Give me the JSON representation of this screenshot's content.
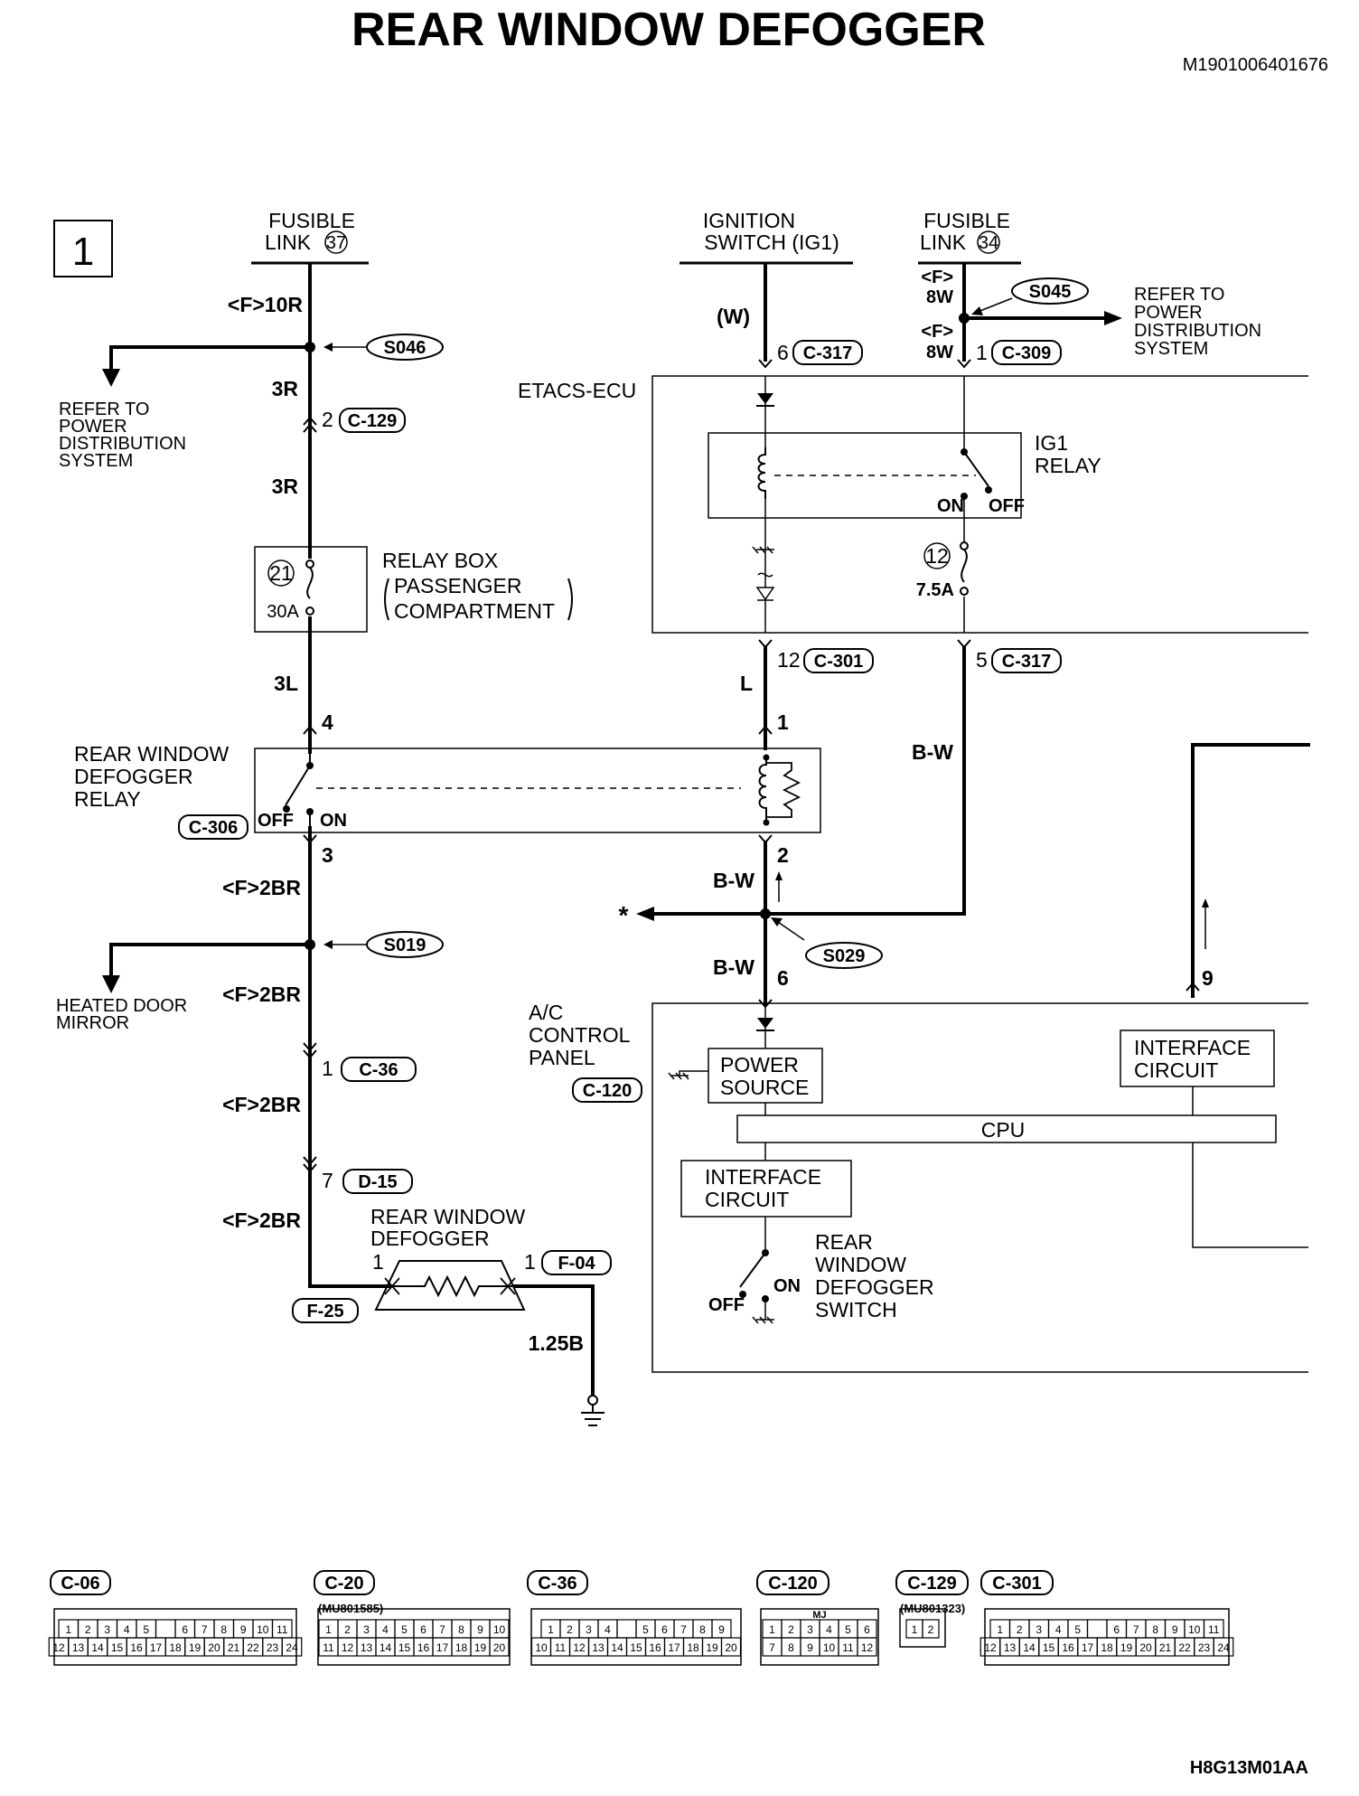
{
  "title": "REAR WINDOW DEFOGGER",
  "doc_code": "M1901006401676",
  "footer_code": "H8G13M01AA",
  "page_number": "1",
  "sources": {
    "fusible_37": {
      "line1": "FUSIBLE",
      "line2": "LINK",
      "num": "37"
    },
    "ignition": {
      "line1": "IGNITION",
      "line2": "SWITCH (IG1)"
    },
    "fusible_34": {
      "line1": "FUSIBLE",
      "line2": "LINK",
      "num": "34"
    }
  },
  "wire_labels": {
    "f_10r": "<F>10R",
    "r3_a": "3R",
    "r3_b": "3R",
    "l3": "3L",
    "f_2br_1": "<F>2BR",
    "f_2br_2": "<F>2BR",
    "f_2br_3": "<F>2BR",
    "f_2br_4": "<F>2BR",
    "w_paren": "(W)",
    "l": "L",
    "bw_1": "B-W",
    "bw_2": "B-W",
    "bw_3": "B-W",
    "f_top": "<F>",
    "w8_top": "8W",
    "f_mid": "<F>",
    "w8_mid": "8W",
    "b125": "1.25B"
  },
  "splices": {
    "s046": "S046",
    "s045": "S045",
    "s019": "S019",
    "s029": "S029"
  },
  "refer_left": [
    "REFER TO",
    "POWER",
    "DISTRIBUTION",
    "SYSTEM"
  ],
  "refer_right": [
    "REFER TO",
    "POWER",
    "DISTRIBUTION",
    "SYSTEM"
  ],
  "heated_mirror": [
    "HEATED DOOR",
    "MIRROR"
  ],
  "connector_refs": {
    "c129": {
      "pin": "2",
      "name": "C-129"
    },
    "c317_top": {
      "pin": "6",
      "name": "C-317"
    },
    "c309": {
      "pin": "1",
      "name": "C-309"
    },
    "c301": {
      "pin": "12",
      "name": "C-301"
    },
    "c317_bot": {
      "pin": "5",
      "name": "C-317"
    },
    "c306": {
      "name": "C-306"
    },
    "c36": {
      "pin": "1",
      "name": "C-36"
    },
    "d15": {
      "pin": "7",
      "name": "D-15"
    },
    "f04": {
      "pin": "1",
      "name": "F-04"
    },
    "f25": {
      "name": "F-25"
    },
    "c120": {
      "name": "C-120"
    }
  },
  "pins": {
    "relay_4": "4",
    "relay_1": "1",
    "relay_3": "3",
    "relay_2": "2",
    "acp_6": "6",
    "acp_9": "9",
    "defog_left": "1"
  },
  "etacs": {
    "name": "ETACS-ECU",
    "ig1_relay": [
      "IG1",
      "RELAY"
    ],
    "on": "ON",
    "off": "OFF",
    "fuse_num": "12",
    "fuse_amp": "7.5A"
  },
  "relay_box": {
    "fuse_num": "21",
    "fuse_amp": "30A",
    "name": "RELAY BOX",
    "sub1": "PASSENGER",
    "sub2": "COMPARTMENT"
  },
  "defog_relay": {
    "name": [
      "REAR WINDOW",
      "DEFOGGER",
      "RELAY"
    ],
    "off": "OFF",
    "on": "ON"
  },
  "defogger": [
    "REAR WINDOW",
    "DEFOGGER"
  ],
  "ac_panel": {
    "name": [
      "A/C",
      "CONTROL",
      "PANEL"
    ],
    "power_source": [
      "POWER",
      "SOURCE"
    ],
    "interface_right": [
      "INTERFACE",
      "CIRCUIT"
    ],
    "cpu": "CPU",
    "interface_left": [
      "INTERFACE",
      "CIRCUIT"
    ],
    "switch": [
      "REAR",
      "WINDOW",
      "DEFOGGER",
      "SWITCH"
    ],
    "off": "OFF",
    "on": "ON"
  },
  "star": "*",
  "connector_diagrams": [
    {
      "name": "C-06",
      "part": "",
      "row1": [
        "1",
        "2",
        "3",
        "4",
        "5",
        "",
        "6",
        "7",
        "8",
        "9",
        "10",
        "11"
      ],
      "row2": [
        "12",
        "13",
        "14",
        "15",
        "16",
        "17",
        "18",
        "19",
        "20",
        "21",
        "22",
        "23",
        "24"
      ]
    },
    {
      "name": "C-20",
      "part": "MU801585",
      "row1": [
        "1",
        "2",
        "3",
        "4",
        "5",
        "6",
        "7",
        "8",
        "9",
        "10"
      ],
      "row2": [
        "11",
        "12",
        "13",
        "14",
        "15",
        "16",
        "17",
        "18",
        "19",
        "20"
      ]
    },
    {
      "name": "C-36",
      "part": "",
      "row1": [
        "1",
        "2",
        "3",
        "4",
        "",
        "5",
        "6",
        "7",
        "8",
        "9"
      ],
      "row2": [
        "10",
        "11",
        "12",
        "13",
        "14",
        "15",
        "16",
        "17",
        "18",
        "19",
        "20"
      ]
    },
    {
      "name": "C-120",
      "part": "",
      "key": "MJ",
      "row1": [
        "1",
        "2",
        "3",
        "4",
        "5",
        "6"
      ],
      "row2": [
        "7",
        "8",
        "9",
        "10",
        "11",
        "12"
      ]
    },
    {
      "name": "C-129",
      "part": "MU801323",
      "row1": [
        "1",
        "2"
      ],
      "row2": []
    },
    {
      "name": "C-301",
      "part": "",
      "row1": [
        "1",
        "2",
        "3",
        "4",
        "5",
        "",
        "6",
        "7",
        "8",
        "9",
        "10",
        "11"
      ],
      "row2": [
        "12",
        "13",
        "14",
        "15",
        "16",
        "17",
        "18",
        "19",
        "20",
        "21",
        "22",
        "23",
        "24"
      ]
    }
  ]
}
